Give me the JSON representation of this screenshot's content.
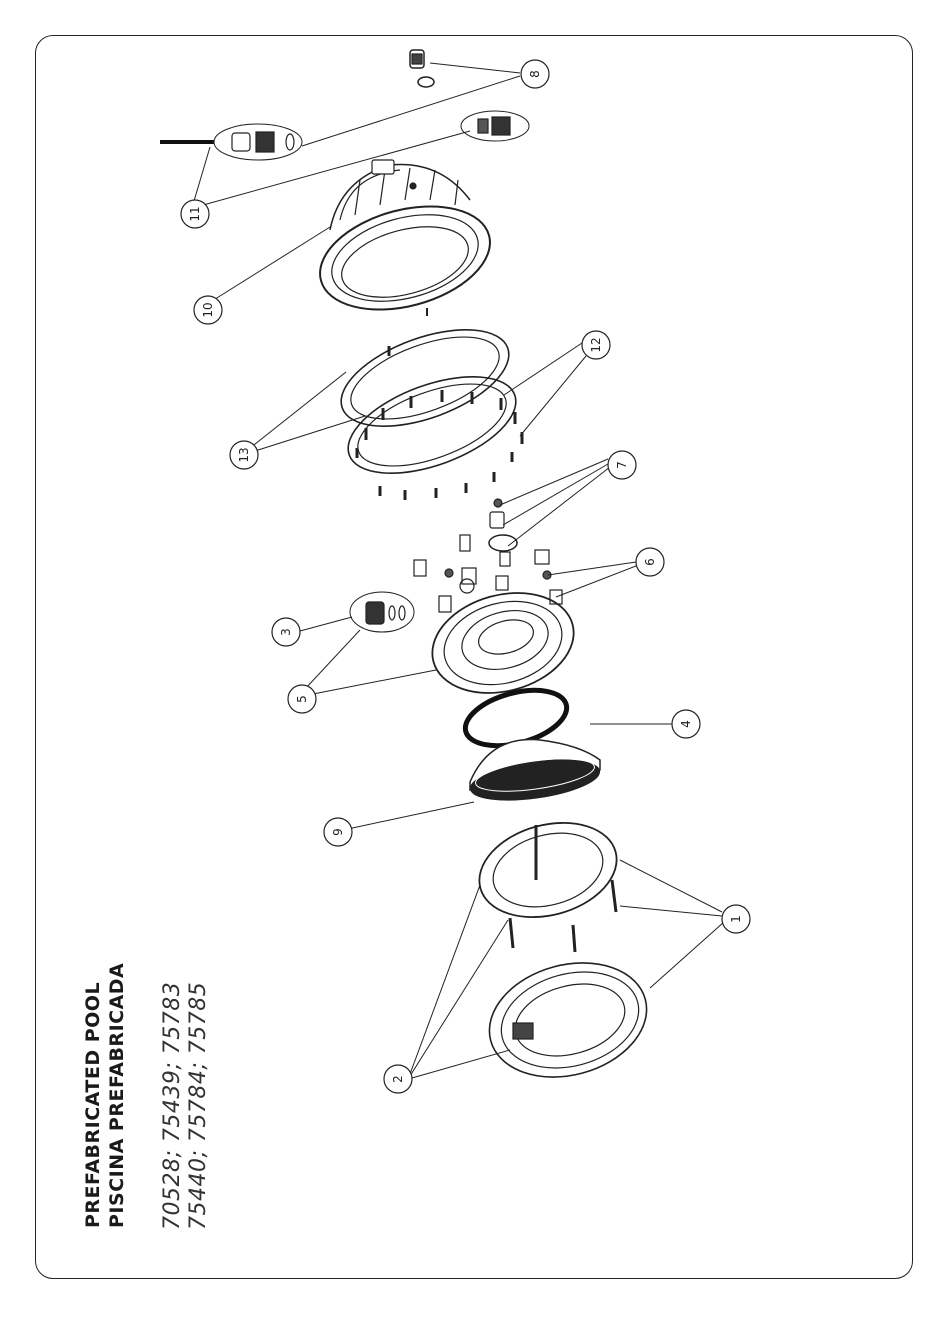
{
  "title": {
    "line1": "PREFABRICATED POOL",
    "line2": "PISCINA PREFABRICADA"
  },
  "models": {
    "line1": "70528; 75439; 75783",
    "line2": "75440; 75784; 75785"
  },
  "callouts": [
    "1",
    "2",
    "3",
    "4",
    "5",
    "6",
    "7",
    "8",
    "9",
    "10",
    "11",
    "12",
    "13"
  ],
  "colors": {
    "line": "#222222",
    "background": "#ffffff"
  }
}
